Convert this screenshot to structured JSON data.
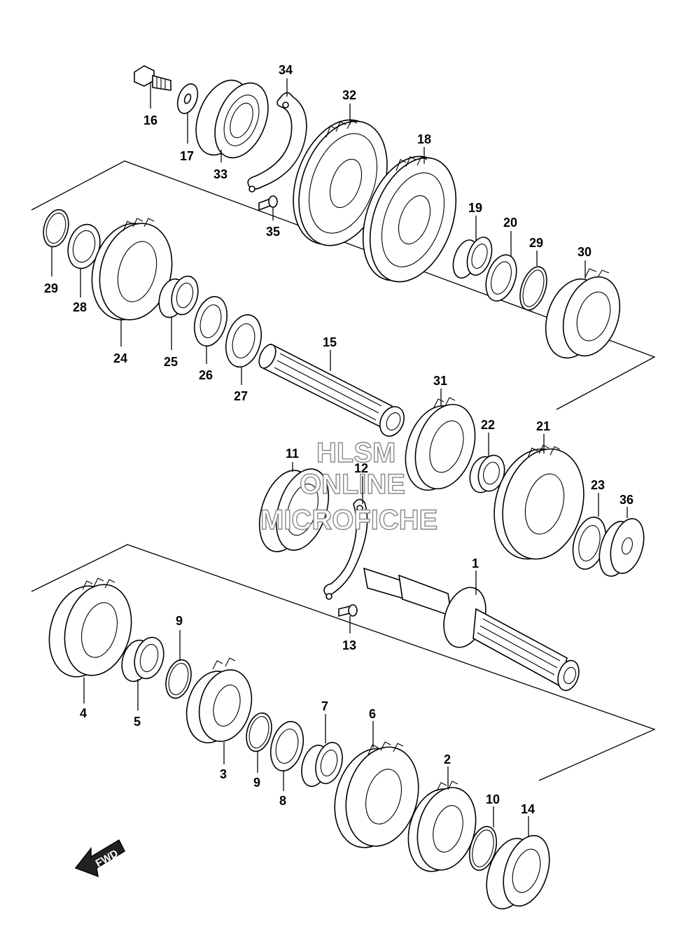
{
  "parts": [
    {
      "ref": "1"
    },
    {
      "ref": "2"
    },
    {
      "ref": "3"
    },
    {
      "ref": "4"
    },
    {
      "ref": "5"
    },
    {
      "ref": "6"
    },
    {
      "ref": "7"
    },
    {
      "ref": "8"
    },
    {
      "ref": "9"
    },
    {
      "ref": "9"
    },
    {
      "ref": "10"
    },
    {
      "ref": "11"
    },
    {
      "ref": "12"
    },
    {
      "ref": "13"
    },
    {
      "ref": "14"
    },
    {
      "ref": "15"
    },
    {
      "ref": "16"
    },
    {
      "ref": "17"
    },
    {
      "ref": "18"
    },
    {
      "ref": "19"
    },
    {
      "ref": "20"
    },
    {
      "ref": "21"
    },
    {
      "ref": "22"
    },
    {
      "ref": "23"
    },
    {
      "ref": "24"
    },
    {
      "ref": "25"
    },
    {
      "ref": "26"
    },
    {
      "ref": "27"
    },
    {
      "ref": "28"
    },
    {
      "ref": "29"
    },
    {
      "ref": "29"
    },
    {
      "ref": "30"
    },
    {
      "ref": "31"
    },
    {
      "ref": "32"
    },
    {
      "ref": "33"
    },
    {
      "ref": "34"
    },
    {
      "ref": "35"
    },
    {
      "ref": "36"
    }
  ],
  "watermark": {
    "line1": "HLSM",
    "line2": "ONLINE",
    "line3": "MICROFICHE"
  },
  "direction_arrow": {
    "label": "FWD",
    "icon": "forward-arrow-icon"
  },
  "colors": {
    "ink": "#000000",
    "paper": "#ffffff",
    "watermark": "#888888"
  }
}
